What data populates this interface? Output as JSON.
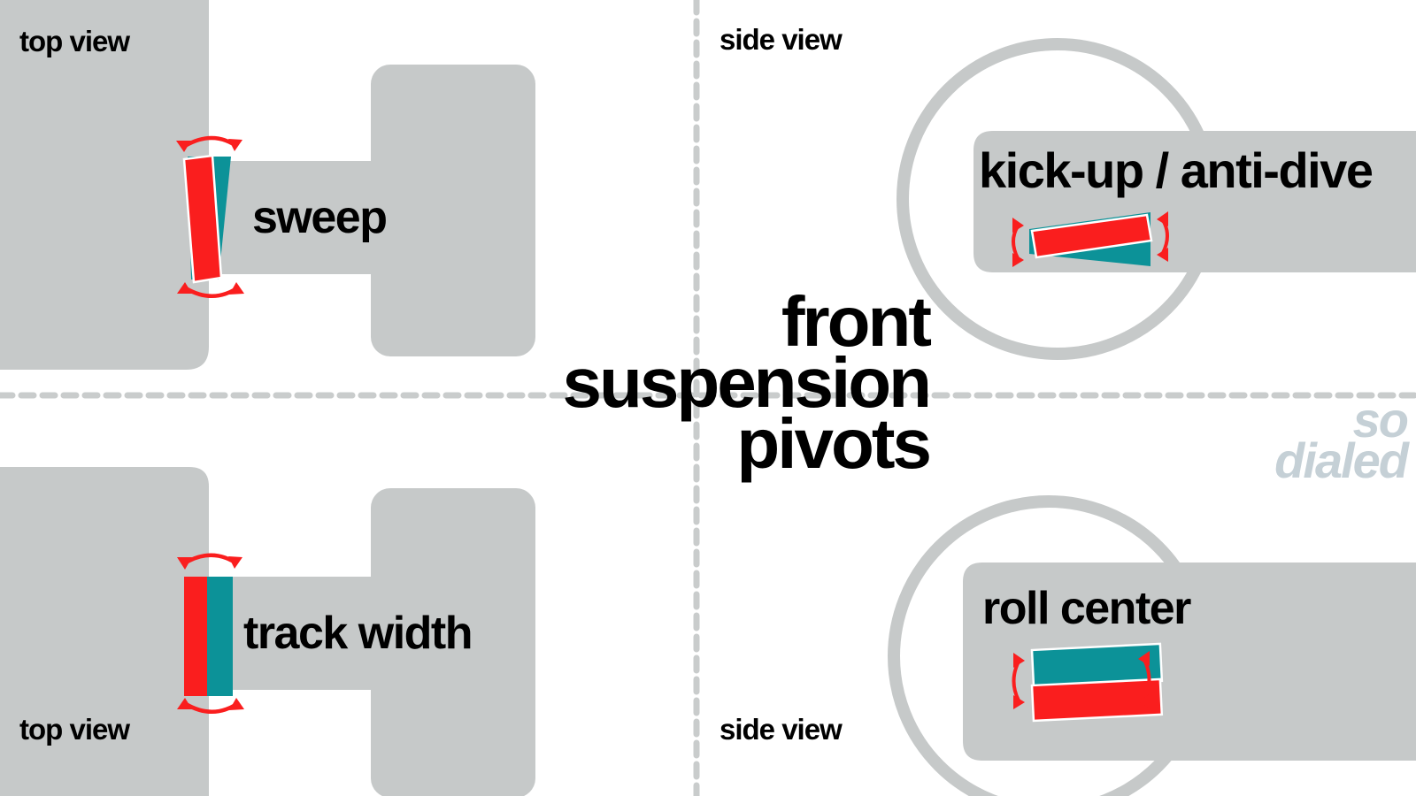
{
  "page": {
    "title_lines": [
      "front",
      "suspension",
      "pivots"
    ],
    "watermark_lines": [
      "so",
      "dialed"
    ]
  },
  "colors": {
    "gray_panel": "#c6c9c9",
    "gray_ring": "#c6c9c9",
    "red": "#fa1e1e",
    "teal": "#0c9298",
    "black": "#000000",
    "watermark": "#c5d0d6",
    "background": "#ffffff",
    "divider": "#c9cccc"
  },
  "quadrants": {
    "top_left": {
      "view_label": "top view",
      "concept_label": "sweep"
    },
    "top_right": {
      "view_label": "side view",
      "concept_label": "kick-up / anti-dive"
    },
    "bottom_left": {
      "view_label": "top view",
      "concept_label": "track width"
    },
    "bottom_right": {
      "view_label": "side view",
      "concept_label": "roll center"
    }
  },
  "icons": {
    "sweep_arrow_top": "curved-double-arrow-horizontal-icon",
    "sweep_arrow_bottom": "curved-double-arrow-horizontal-icon",
    "kickup_arrow_left": "curved-double-arrow-vertical-icon",
    "kickup_arrow_right": "curved-double-arrow-vertical-icon",
    "rollcenter_arrow_left": "curved-double-arrow-vertical-icon",
    "rollcenter_arrow_right": "curved-double-arrow-vertical-icon",
    "trackwidth_arrow_top": "curved-double-arrow-horizontal-icon",
    "trackwidth_arrow_bottom": "curved-double-arrow-horizontal-icon",
    "divider_vertical": "dashed-divider-vertical-icon",
    "divider_horizontal": "dashed-divider-horizontal-icon",
    "wheel_circle_top": "wheel-outline-icon",
    "wheel_circle_bottom": "wheel-outline-icon"
  }
}
